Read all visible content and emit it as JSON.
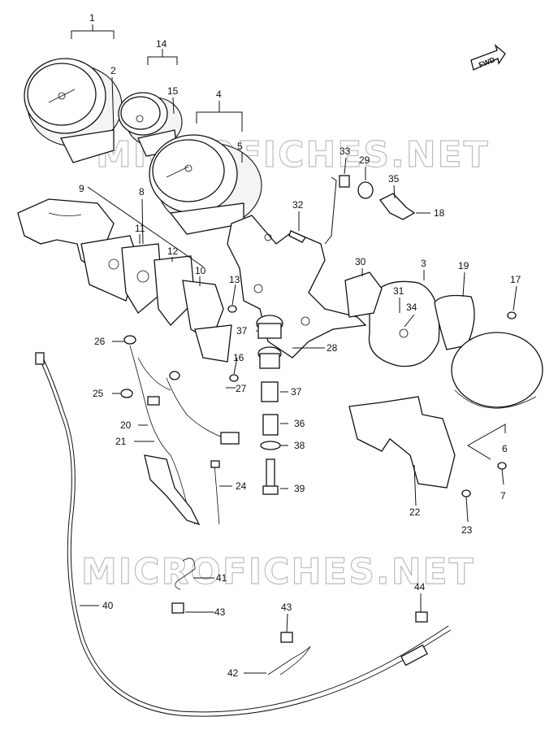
{
  "watermark": "MICROFICHES.NET",
  "direction_arrow": "FWD",
  "callouts": {
    "c1": "1",
    "c2": "2",
    "c14": "14",
    "c15": "15",
    "c4": "4",
    "c5": "5",
    "c33": "33",
    "c29": "29",
    "c35": "35",
    "c18": "18",
    "c32": "32",
    "c9": "9",
    "c8": "8",
    "c11": "11",
    "c12": "12",
    "c10": "10",
    "c30": "30",
    "c3": "3",
    "c19": "19",
    "c17": "17",
    "c31": "31",
    "c34": "34",
    "c13": "13",
    "c37a": "37",
    "c28": "28",
    "c26": "26",
    "c16": "16",
    "c27": "27",
    "c37b": "37",
    "c25": "25",
    "c36": "36",
    "c20": "20",
    "c38": "38",
    "c21": "21",
    "c6": "6",
    "c24": "24",
    "c39": "39",
    "c7": "7",
    "c22": "22",
    "c23": "23",
    "c41": "41",
    "c44": "44",
    "c40": "40",
    "c43a": "43",
    "c43b": "43",
    "c42": "42"
  }
}
